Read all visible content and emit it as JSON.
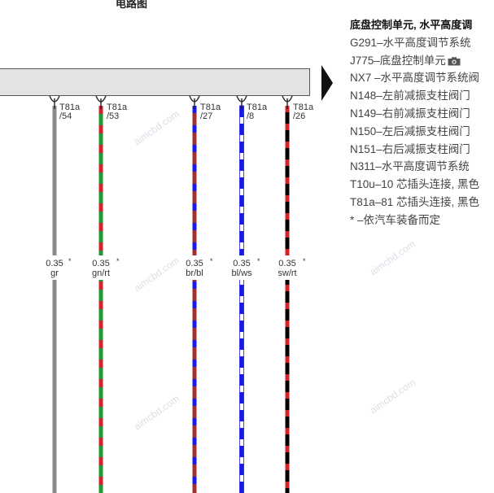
{
  "header": {
    "title": "电路图"
  },
  "pins": [
    {
      "label_top": "T81a",
      "label_bottom": "/54",
      "size": "0.35",
      "star": "*",
      "color_code": "gr"
    },
    {
      "label_top": "T81a",
      "label_bottom": "/53",
      "size": "0.35",
      "star": "*",
      "color_code": "gn/rt"
    },
    {
      "label_top": "T81a",
      "label_bottom": "/27",
      "size": "0.35",
      "star": "*",
      "color_code": "br/bl"
    },
    {
      "label_top": "T81a",
      "label_bottom": "/8",
      "size": "0.35",
      "star": "*",
      "color_code": "bl/ws"
    },
    {
      "label_top": "T81a",
      "label_bottom": "/26",
      "size": "0.35",
      "star": "*",
      "color_code": "sw/rt"
    }
  ],
  "legend": {
    "title": "底盘控制单元, 水平高度调",
    "items": [
      "G291–水平高度调节系统",
      "J775–底盘控制单元",
      "NX7 –水平高度调节系统阀",
      "N148–左前减振支柱阀门",
      "N149–右前减振支柱阀门",
      "N150–左后减振支柱阀门",
      "N151–右后减振支柱阀门",
      "N311–水平高度调节系统",
      "T10u–10 芯插头连接, 黑色",
      "T81a–81 芯插头连接, 黑色",
      "*      –依汽车装备而定"
    ]
  },
  "watermark": "aimcbd.com",
  "colors": {
    "gr": "#8a8a8a",
    "gn": "#1f9a2e",
    "rt": "#d4212a",
    "br": "#a0302e",
    "bl": "#1a1ae6",
    "ws": "#ffffff",
    "sw": "#000000"
  }
}
